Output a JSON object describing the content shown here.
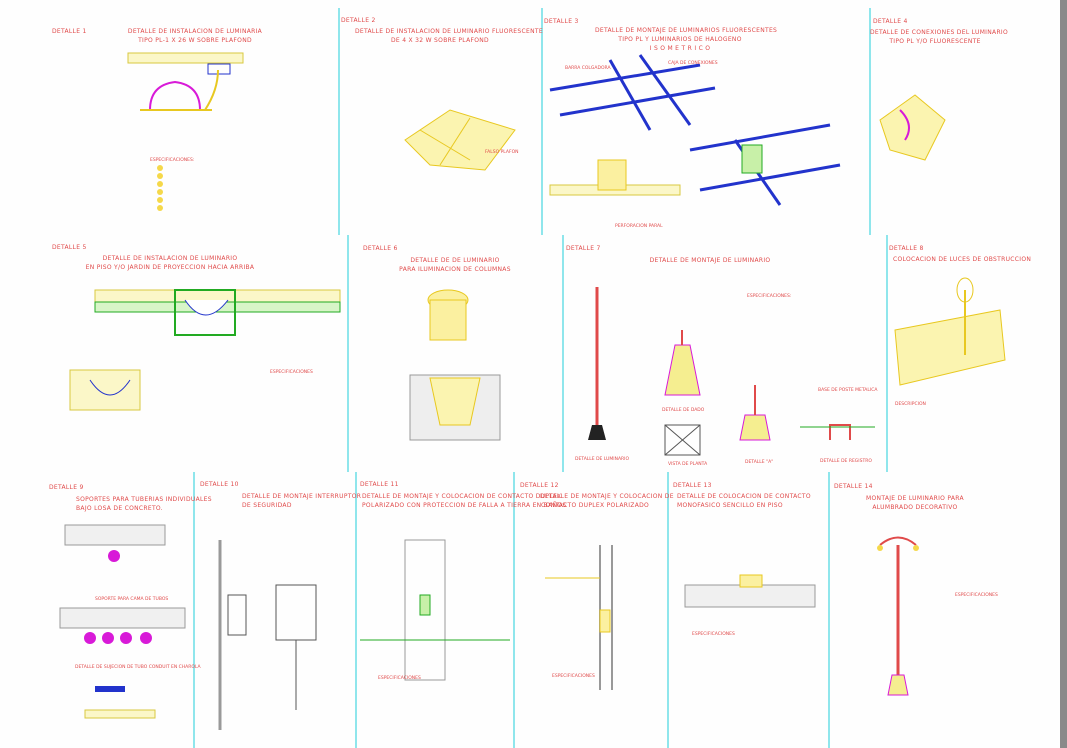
{
  "colors": {
    "title": "#e04a4a",
    "divider": "#8fe6ec",
    "steel": "#2233cc",
    "concrete": "#e8e070",
    "conduit": "#d81ad8",
    "ground": "#22aa22"
  },
  "panels": [
    {
      "label": "DETALLE 1",
      "title": [
        "DETALLE DE INSTALACION DE LUMINARIA",
        "TIPO PL-1 X 26 W SOBRE PLAFOND"
      ],
      "notes": [
        "ESPECIFICACIONES:"
      ]
    },
    {
      "label": "DETALLE 2",
      "title": [
        "DETALLE DE INSTALACION DE LUMINARIO FLUORESCENTE",
        "DE 4 X 32 W SOBRE PLAFOND"
      ],
      "notes": [
        "FALSO PLAFON"
      ]
    },
    {
      "label": "DETALLE 3",
      "title": [
        "DETALLE DE MONTAJE DE LUMINARIOS FLUORESCENTES",
        "TIPO PL Y LUMINARIOS DE HALOGENO",
        "I S O M E T R I C O"
      ],
      "notes": [
        "BARRA COLGADORA",
        "CAJA DE CONEXIONES",
        "PERFORACION PARAL"
      ]
    },
    {
      "label": "DETALLE 4",
      "title": [
        "DETALLE DE CONEXIONES DEL LUMINARIO",
        "TIPO PL Y/O FLUORESCENTE"
      ],
      "notes": []
    },
    {
      "label": "DETALLE 5",
      "title": [
        "DETALLE DE INSTALACION DE LUMINARIO",
        "EN PISO Y/O JARDIN DE PROYECCION HACIA ARRIBA"
      ],
      "notes": [
        "ESPECIFICACIONES"
      ]
    },
    {
      "label": "DETALLE 6",
      "title": [
        "DETALLE DE DE LUMINARIO",
        "PARA ILUMINACION DE COLUMNAS"
      ],
      "notes": []
    },
    {
      "label": "DETALLE 7",
      "title": [
        "DETALLE DE MONTAJE DE LUMINARIO"
      ],
      "notes": [
        "ESPECIFICACIONES:",
        "DETALLE DE DADO",
        "VISTA DE PLANTA",
        "DETALLE \"A\"",
        "DETALLE DE LUMINARIO",
        "BASE DE POSTE METALICA",
        "DETALLE DE REGISTRO"
      ]
    },
    {
      "label": "DETALLE 8",
      "title": [
        "COLOCACION DE LUCES DE OBSTRUCCION"
      ],
      "notes": [
        "DESCRIPCION"
      ]
    },
    {
      "label": "DETALLE 9",
      "title": [
        "SOPORTES PARA TUBERIAS INDIVIDUALES",
        "BAJO LOSA DE CONCRETO."
      ],
      "notes": [
        "SOPORTE PARA CAMA DE TUBOS",
        "DETALLE DE SUJECION DE TUBO CONDUIT EN CHAROLA"
      ]
    },
    {
      "label": "DETALLE 10",
      "title": [
        "DETALLE DE MONTAJE INTERRUPTOR",
        "DE SEGURIDAD"
      ],
      "notes": []
    },
    {
      "label": "DETALLE 11",
      "title": [
        "DETALLE DE MONTAJE Y COLOCACION DE  CONTACTO DUPLEX",
        "POLARIZADO CON PROTECCION DE FALLA A TIERRA EN BAÑOS"
      ],
      "notes": [
        "ESPECIFICACIONES"
      ]
    },
    {
      "label": "DETALLE 12",
      "title": [
        "DETALLE DE MONTAJE Y COLOCACION DE",
        "CONTACTO DUPLEX POLARIZADO"
      ],
      "notes": [
        "ESPECIFICACIONES"
      ]
    },
    {
      "label": "DETALLE 13",
      "title": [
        "DETALLE DE COLOCACION DE CONTACTO",
        "MONOFASICO SENCILLO EN PISO"
      ],
      "notes": [
        "ESPECIFICACIONES"
      ]
    },
    {
      "label": "DETALLE 14",
      "title": [
        "MONTAJE DE LUMINARIO PARA",
        "ALUMBRADO DECORATIVO"
      ],
      "notes": [
        "ESPECIFICACIONES"
      ]
    }
  ]
}
